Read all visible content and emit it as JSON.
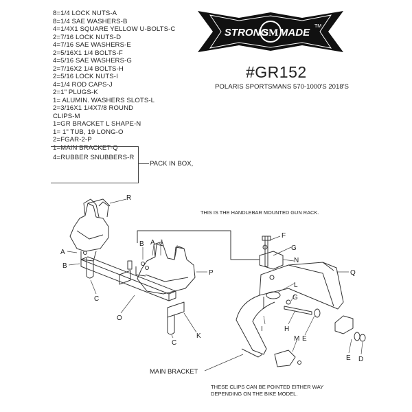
{
  "parts_list": [
    "8=1/4 LOCK NUTS-A",
    "8=1/4 SAE WASHERS-B",
    "4=1/4X1 SQUARE YELLOW U-BOLTS-C",
    "2=7/16 LOCK NUTS-D",
    "4=7/16 SAE WASHERS-E",
    "2=5/16X1 1/4 BOLTS-F",
    "4=5/16 SAE WASHERS-G",
    "2=7/16X2 1/4 BOLTS-H",
    "2=5/16 LOCK NUTS-I",
    "4=1/4 ROD CAPS-J",
    "2=1\" PLUGS-K",
    "1= ALUMIN. WASHERS SLOTS-L",
    "2=3/16X1 1/4X7/8 ROUND",
    "CLIPS-M",
    "1=GR BRACKET L SHAPE-N",
    "1= 1\" TUB, 19 LONG-O",
    "2=FGAR-2-P",
    "1=MAIN BRACKET-Q"
  ],
  "pack_in_box_label": "PACK IN BOX,",
  "extra_part": "4=RUBBER SNUBBERS-R",
  "logo": {
    "left_text": "STRONG",
    "badge_text": "SM",
    "right_text": "MADE",
    "tm": "TM"
  },
  "model_number": "#GR152",
  "model_subtitle": "POLARIS SPORTSMANS 570-1000'S 2018'S",
  "handlebar_note": "THIS IS THE HANDLEBAR MOUNTED GUN RACK.",
  "main_bracket_label": "MAIN BRACKET",
  "clips_note": [
    "THESE CLIPS CAN BE  POINTED EITHER WAY",
    "DEPENDING ON THE BIKE MODEL."
  ],
  "callouts": {
    "A1": "A",
    "B1": "B",
    "C1": "C",
    "R": "R",
    "B2": "B",
    "A2": "A",
    "J": "J",
    "P": "P",
    "O": "O",
    "C2": "C",
    "K": "K",
    "F": "F",
    "G1": "G",
    "N": "N",
    "Q": "Q",
    "L": "L",
    "G2": "G",
    "I": "I",
    "H": "H",
    "E1": "E",
    "M": "M",
    "E2": "E",
    "D": "D"
  },
  "colors": {
    "ink": "#222222",
    "logo_bg": "#111111",
    "logo_text": "#ffffff"
  }
}
